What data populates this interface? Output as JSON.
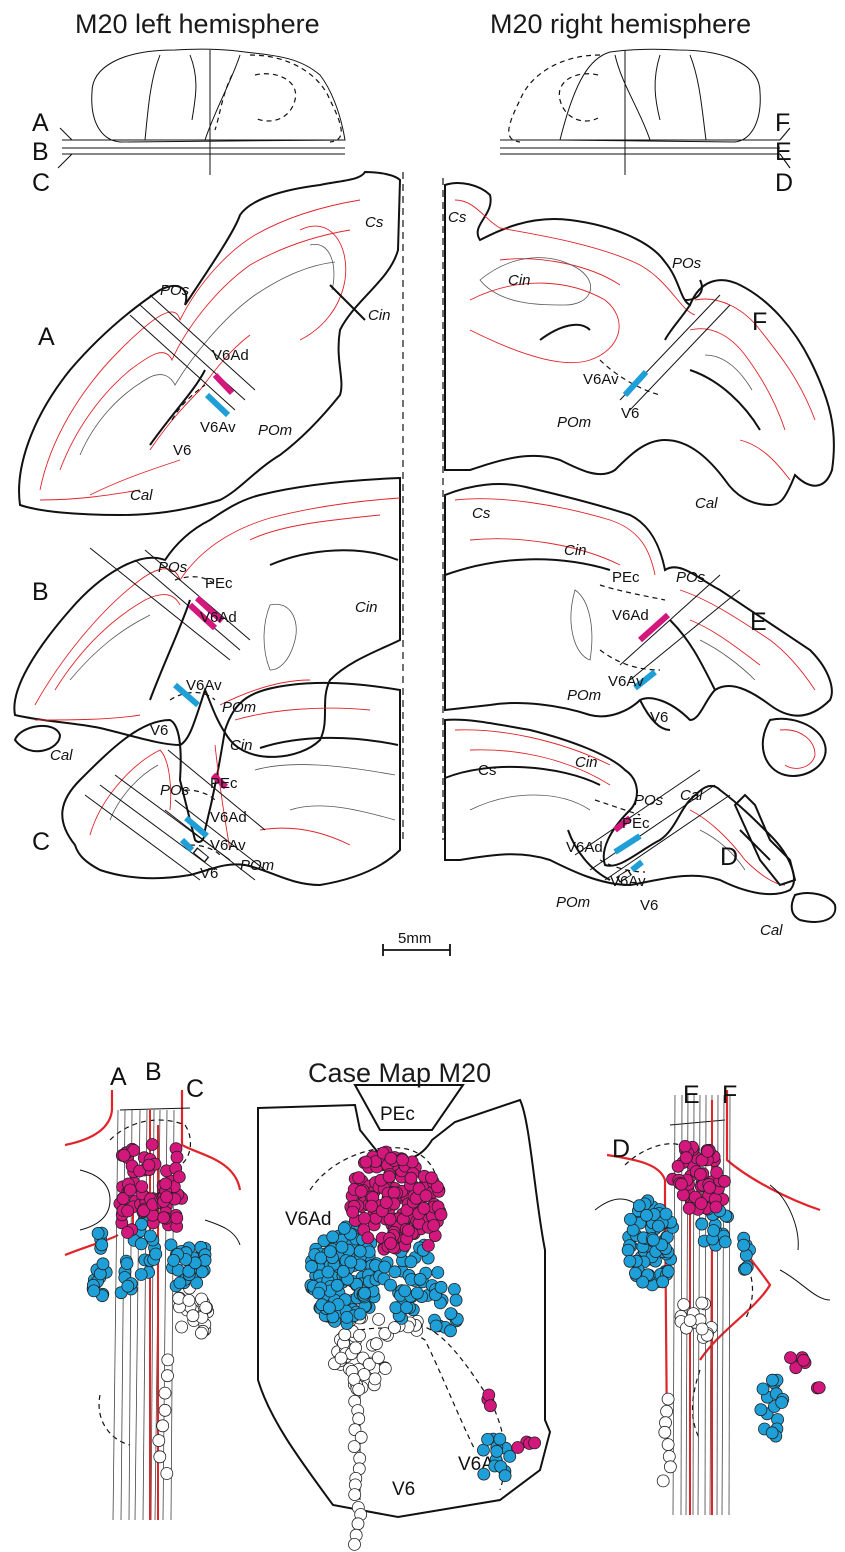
{
  "titles": {
    "left": "M20 left hemisphere",
    "right": "M20 right hemisphere",
    "map": "Case Map M20"
  },
  "section_letters": {
    "left": [
      "A",
      "B",
      "C"
    ],
    "right": [
      "F",
      "E",
      "D"
    ]
  },
  "sulci": {
    "cs": "Cs",
    "cin": "Cin",
    "pos": "POs",
    "pom": "POm",
    "cal": "Cal"
  },
  "areas": {
    "v6ad": "V6Ad",
    "v6av": "V6Av",
    "v6": "V6",
    "pec": "PEc"
  },
  "scale_bar": "5mm",
  "map_columns": {
    "left": [
      "A",
      "B",
      "C"
    ],
    "right": [
      "D",
      "E",
      "F"
    ]
  },
  "legend_colors": {
    "V6Ad": "#d4177d",
    "V6Av": "#1f9fd8",
    "V6": "#ffffff",
    "red_line": "#e0242a"
  }
}
